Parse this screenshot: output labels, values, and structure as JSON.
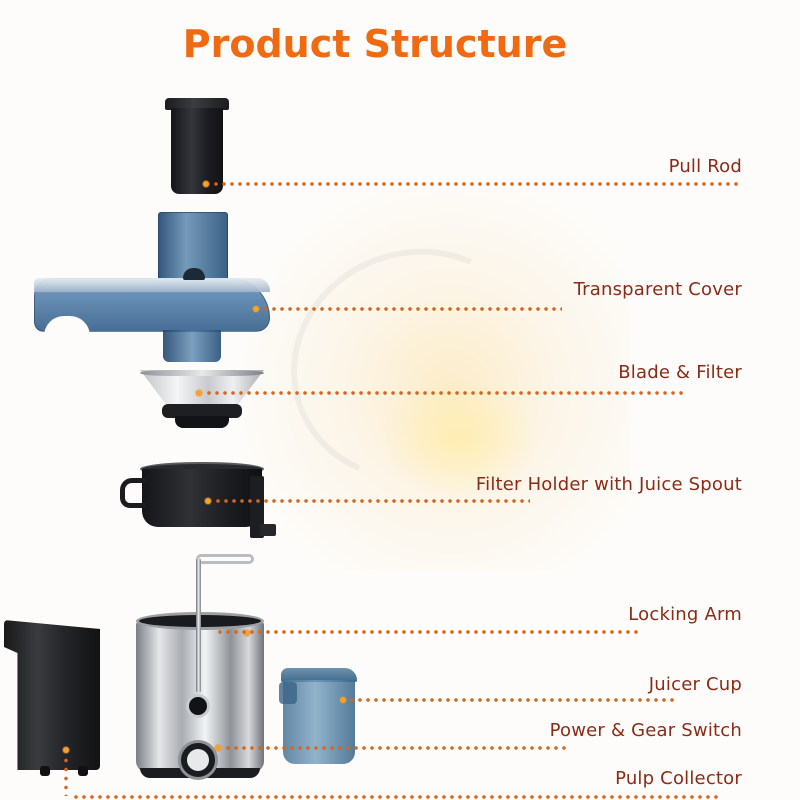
{
  "title": "Product Structure",
  "colors": {
    "title": "#f06a12",
    "label": "#8a2b16",
    "leader_dots": "#d5661c",
    "anchor_dot": "#f3a22e",
    "background": "#fdfcfa"
  },
  "parts": [
    {
      "id": "pull-rod",
      "label": "Pull Rod"
    },
    {
      "id": "transparent-cover",
      "label": "Transparent Cover"
    },
    {
      "id": "blade-filter",
      "label": "Blade & Filter"
    },
    {
      "id": "filter-holder",
      "label": "Filter Holder with Juice Spout"
    },
    {
      "id": "locking-arm",
      "label": "Locking Arm"
    },
    {
      "id": "juicer-cup",
      "label": "Juicer Cup"
    },
    {
      "id": "power-gear-switch",
      "label": "Power & Gear Switch"
    },
    {
      "id": "pulp-collector",
      "label": "Pulp Collector"
    }
  ]
}
